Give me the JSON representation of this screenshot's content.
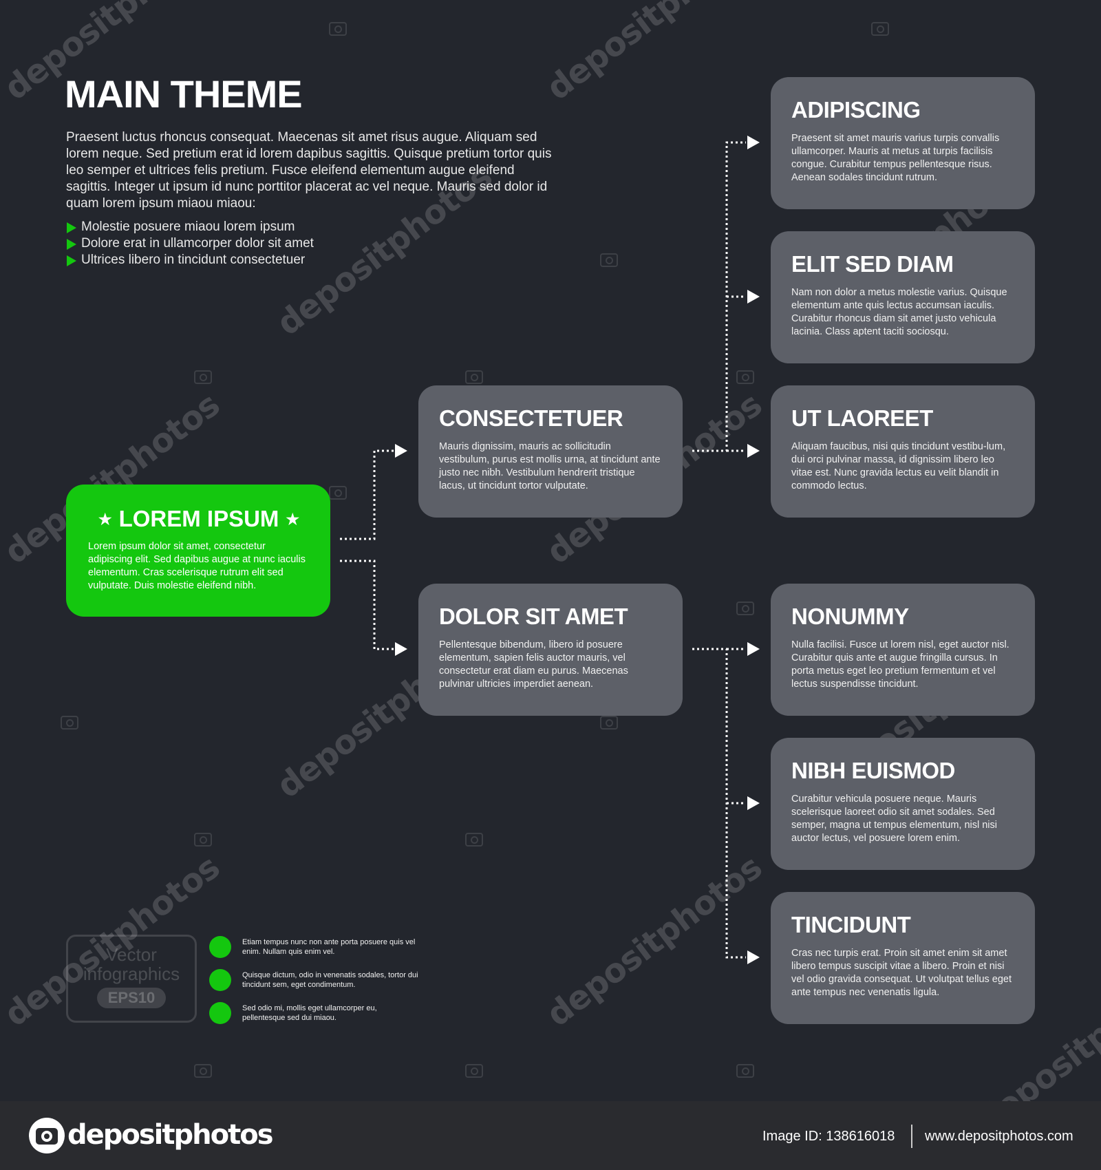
{
  "header": {
    "title": "MAIN THEME",
    "description": "Praesent luctus rhoncus consequat. Maecenas sit amet risus augue. Aliquam sed lorem neque. Sed pretium erat id lorem dapibus sagittis. Quisque pretium tortor quis leo semper et ultrices felis pretium. Fusce eleifend elementum augue eleifend sagittis. Integer ut ipsum id nunc porttitor placerat ac vel neque. Mauris sed dolor id quam lorem ipsum miaou miaou:",
    "bullets": [
      "Molestie posuere miaou lorem ipsum",
      "Dolore erat in ullamcorper dolor sit amet",
      "Ultrices libero in tincidunt consectetuer"
    ]
  },
  "root": {
    "title": "LOREM IPSUM",
    "star": "★",
    "text": "Lorem ipsum dolor sit amet, consectetur adipiscing elit. Sed dapibus augue at nunc iaculis elementum. Cras scelerisque rutrum elit sed vulputate. Duis molestie eleifend nibh."
  },
  "level1": [
    {
      "title": "CONSECTETUER",
      "text": "Mauris dignissim, mauris ac sollicitudin vestibulum, purus est mollis urna, at tincidunt ante justo nec nibh. Vestibulum hendrerit tristique lacus, ut tincidunt tortor vulputate."
    },
    {
      "title": "DOLOR SIT AMET",
      "text": "Pellentesque bibendum, libero id posuere elementum, sapien felis auctor mauris, vel consectetur erat diam eu purus. Maecenas pulvinar ultricies imperdiet aenean."
    }
  ],
  "level2": [
    {
      "title": "ADIPISCING",
      "text": "Praesent sit amet mauris varius turpis convallis ullamcorper. Mauris at metus at turpis facilisis congue. Curabitur tempus pellentesque risus. Aenean sodales tincidunt rutrum."
    },
    {
      "title": "ELIT SED DIAM",
      "text": "Nam non dolor a metus molestie varius. Quisque elementum ante quis lectus accumsan iaculis. Curabitur rhoncus diam sit amet justo vehicula lacinia. Class aptent taciti sociosqu."
    },
    {
      "title": "UT LAOREET",
      "text": "Aliquam faucibus, nisi quis tincidunt vestibu-lum, dui orci pulvinar massa, id dignissim libero leo vitae est. Nunc gravida lectus eu velit blandit in commodo lectus."
    },
    {
      "title": "NONUMMY",
      "text": "Nulla facilisi. Fusce ut lorem nisl, eget auctor nisl. Curabitur quis ante et augue fringilla cursus. In porta metus eget leo pretium fermentum et vel lectus suspendisse tincidunt."
    },
    {
      "title": "NIBH EUISMOD",
      "text": "Curabitur vehicula posuere neque. Mauris scelerisque laoreet odio sit amet sodales. Sed semper, magna ut tempus elementum, nisl nisi auctor lectus, vel posuere lorem enim."
    },
    {
      "title": "TINCIDUNT",
      "text": "Cras nec turpis erat. Proin sit amet enim sit amet libero tempus suscipit vitae a libero. Proin et nisi vel odio gravida consequat. Ut volutpat tellus eget ante tempus nec venenatis ligula."
    }
  ],
  "legend": {
    "badge_line1": "Vector",
    "badge_line2": "infographics",
    "badge_pill": "EPS10",
    "items": [
      "Etiam tempus nunc non ante porta posuere quis vel enim. Nullam quis enim vel.",
      "Quisque dictum, odio in venenatis sodales, tortor dui tincidunt sem, eget condimentum.",
      "Sed odio mi, mollis eget ullamcorper eu, pellentesque sed dui miaou."
    ]
  },
  "watermark": "depositphotos",
  "footer": {
    "brand": "depositphotos",
    "image_id": "Image ID: 138616018",
    "url": "www.depositphotos.com"
  },
  "colors": {
    "background": "#23262d",
    "box": "#5d6068",
    "accent_green": "#14c70f",
    "footer": "#2a2b2f"
  }
}
